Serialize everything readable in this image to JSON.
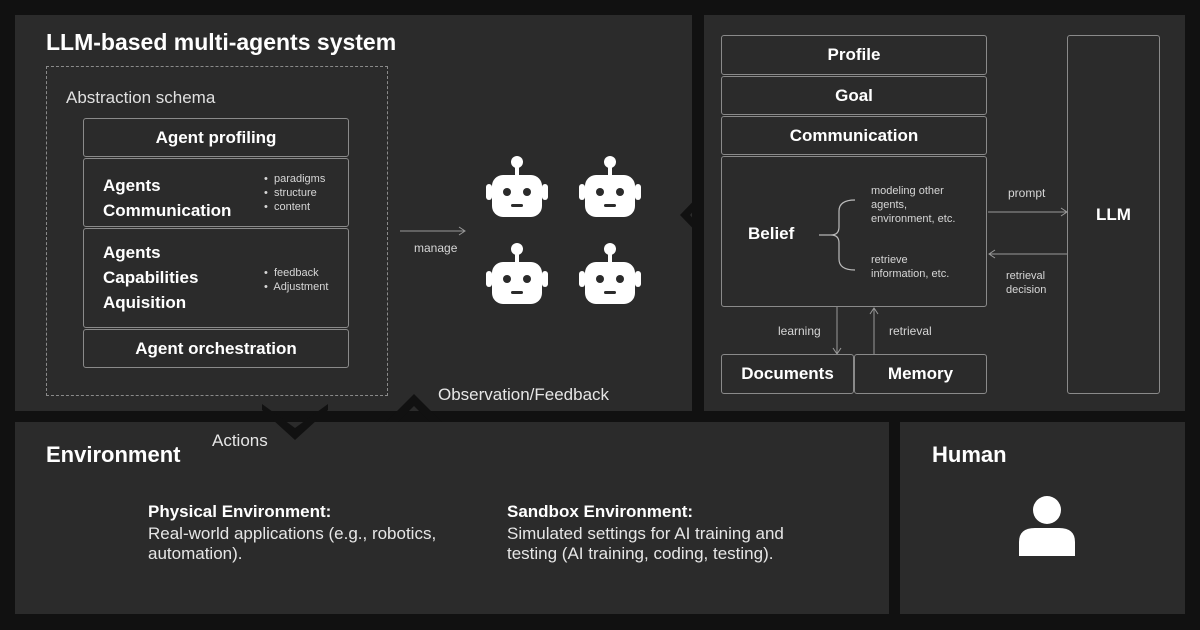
{
  "mas": {
    "title": "LLM-based multi-agents system",
    "schema_label": "Abstraction schema",
    "profiling": "Agent profiling",
    "communication": {
      "label_line1": "Agents",
      "label_line2": "Communication",
      "bullets": [
        "paradigms",
        "structure",
        "content"
      ]
    },
    "capabilities": {
      "label_line1": "Agents",
      "label_line2": "Capabilities",
      "label_line3": "Aquisition",
      "bullets": [
        "feedback",
        "Adjustment"
      ]
    },
    "orchestration": "Agent orchestration",
    "manage_label": "manage",
    "observation_label": "Observation/Feedback",
    "actions_label": "Actions",
    "robot_icons": [
      "robot-icon",
      "robot-icon",
      "robot-icon",
      "robot-icon"
    ]
  },
  "agent_arch": {
    "profile": "Profile",
    "goal": "Goal",
    "communication": "Communication",
    "belief": "Belief",
    "belief_items": [
      {
        "line1": "modeling other",
        "line2": "agents,",
        "line3": "environment, etc."
      },
      {
        "line1": "retrieve",
        "line2": "information, etc.",
        "line3": ""
      }
    ],
    "llm": "LLM",
    "prompt_label": "prompt",
    "retrieval_decision_line1": "retrieval",
    "retrieval_decision_line2": "decision",
    "learning_label": "learning",
    "retrieval_label": "retrieval",
    "documents": "Documents",
    "memory": "Memory"
  },
  "environment": {
    "title": "Environment",
    "physical_title": "Physical Environment:",
    "physical_desc_line1": "Real-world applications (e.g., robotics,",
    "physical_desc_line2": "automation).",
    "sandbox_title": "Sandbox Environment:",
    "sandbox_desc_line1": "Simulated settings for AI training and",
    "sandbox_desc_line2": "testing (AI training, coding, testing)."
  },
  "human": {
    "title": "Human",
    "icon": "person-icon"
  },
  "colors": {
    "background": "#111111",
    "panel": "#2b2b2b",
    "border": "#8a8a8a",
    "text": "#ffffff"
  }
}
